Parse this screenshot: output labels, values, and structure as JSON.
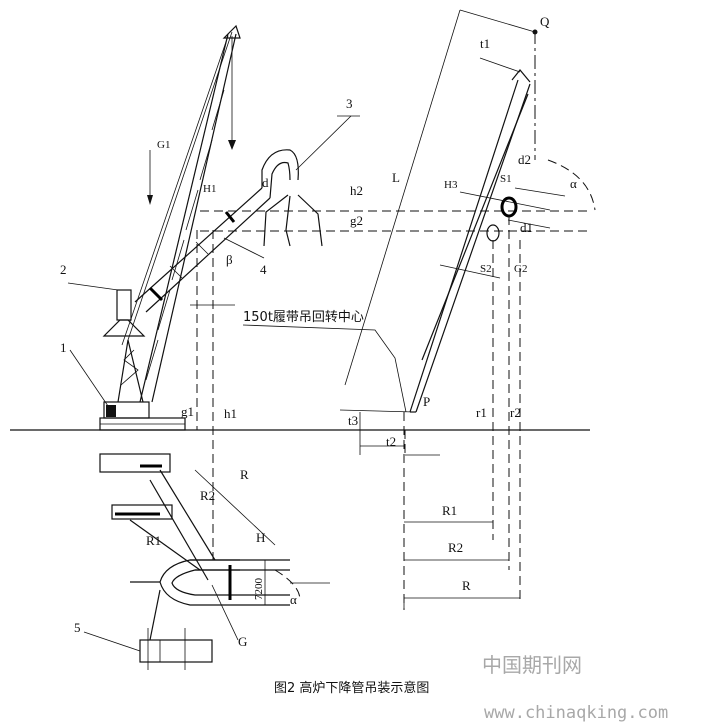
{
  "caption": "图2  高炉下降管吊装示意图",
  "watermark": {
    "cn": "中国期刊网",
    "url": "www.chinaqking.com"
  },
  "callouts": {
    "n1": "1",
    "n2": "2",
    "n3": "3",
    "n4": "4",
    "n5": "5",
    "crane_center": "150t履带吊回转中心"
  },
  "labels": {
    "Q": "Q",
    "P": "P",
    "L": "L",
    "G1": "G1",
    "H1": "H1",
    "d": "d",
    "beta": "β",
    "h2": "h2",
    "g2": "g2",
    "g1": "g1",
    "h1": "h1",
    "t1": "t1",
    "t2": "t2",
    "t3": "t3",
    "H3": "H3",
    "S1": "S1",
    "S2": "S2",
    "d2": "d2",
    "d1": "d1",
    "G2": "G2",
    "alpha_top": "α",
    "r1": "r1",
    "r2": "r2",
    "R1": "R1",
    "R2": "R2",
    "R": "R",
    "R_low": "R",
    "R2_low": "R2",
    "R1_low": "R1",
    "H": "H",
    "G": "G",
    "dim_7200": "7200",
    "alpha_low": "α"
  }
}
